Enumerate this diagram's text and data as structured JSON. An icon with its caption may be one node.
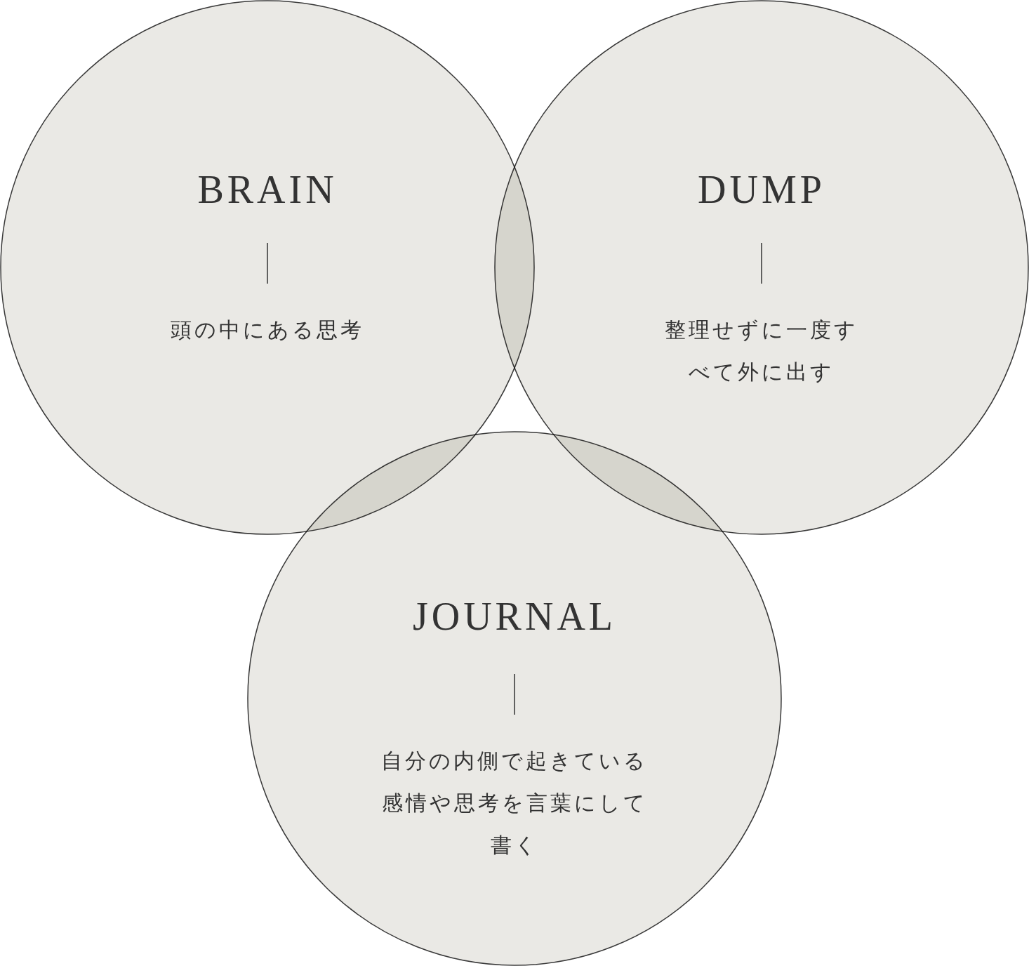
{
  "diagram": {
    "nodes": [
      {
        "text": [
          "BRAIN",
          "頭の中にある思考"
        ]
      },
      {
        "text": [
          "DUMP",
          "整理せずに一度すべて外に出す"
        ]
      },
      {
        "text": [
          "JOURNAL",
          "自分の内側で起きている感情や思考を言葉にして書く"
        ]
      }
    ]
  }
}
